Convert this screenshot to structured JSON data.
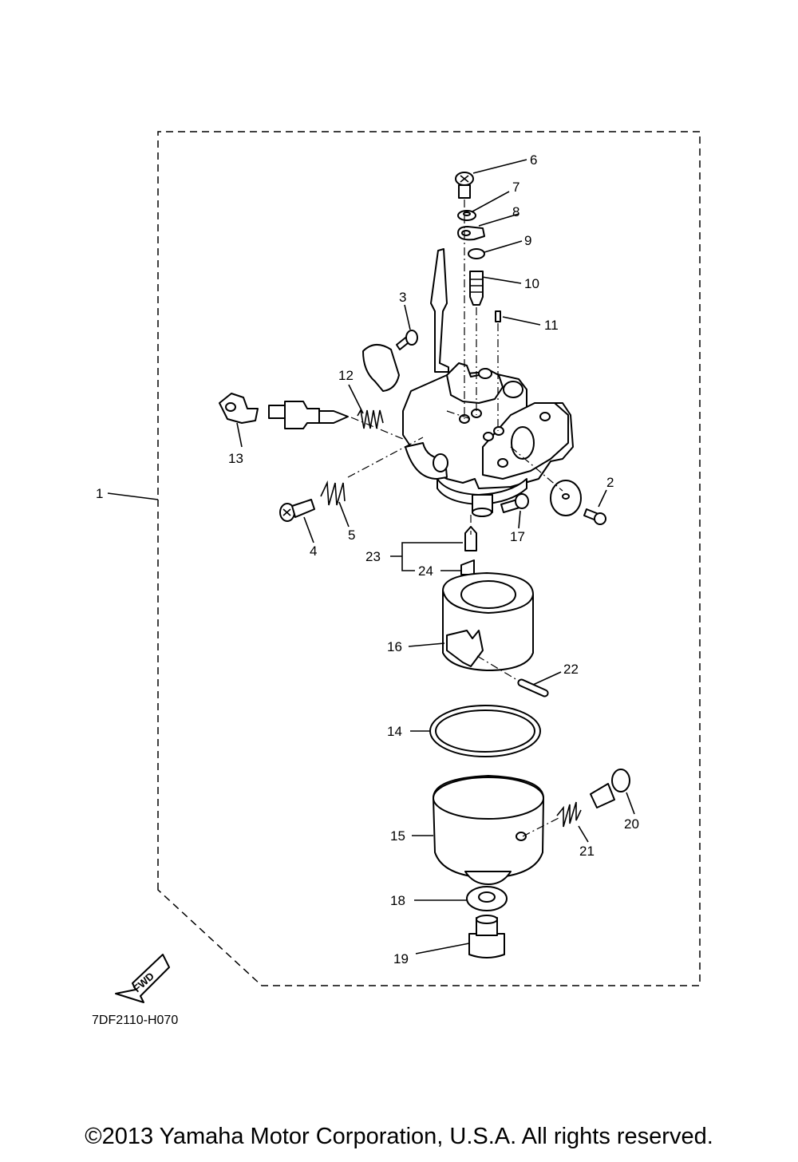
{
  "diagram_code": "7DF2110-H070",
  "fwd_label": "FWD",
  "copyright": "©2013 Yamaha Motor Corporation, U.S.A. All rights reserved.",
  "callouts": {
    "p1": "1",
    "p2": "2",
    "p3": "3",
    "p4": "4",
    "p5": "5",
    "p6": "6",
    "p7": "7",
    "p8": "8",
    "p9": "9",
    "p10": "10",
    "p11": "11",
    "p12": "12",
    "p13": "13",
    "p14": "14",
    "p15": "15",
    "p16": "16",
    "p17": "17",
    "p18": "18",
    "p19": "19",
    "p20": "20",
    "p21": "21",
    "p22": "22",
    "p23": "23",
    "p24": "24"
  }
}
